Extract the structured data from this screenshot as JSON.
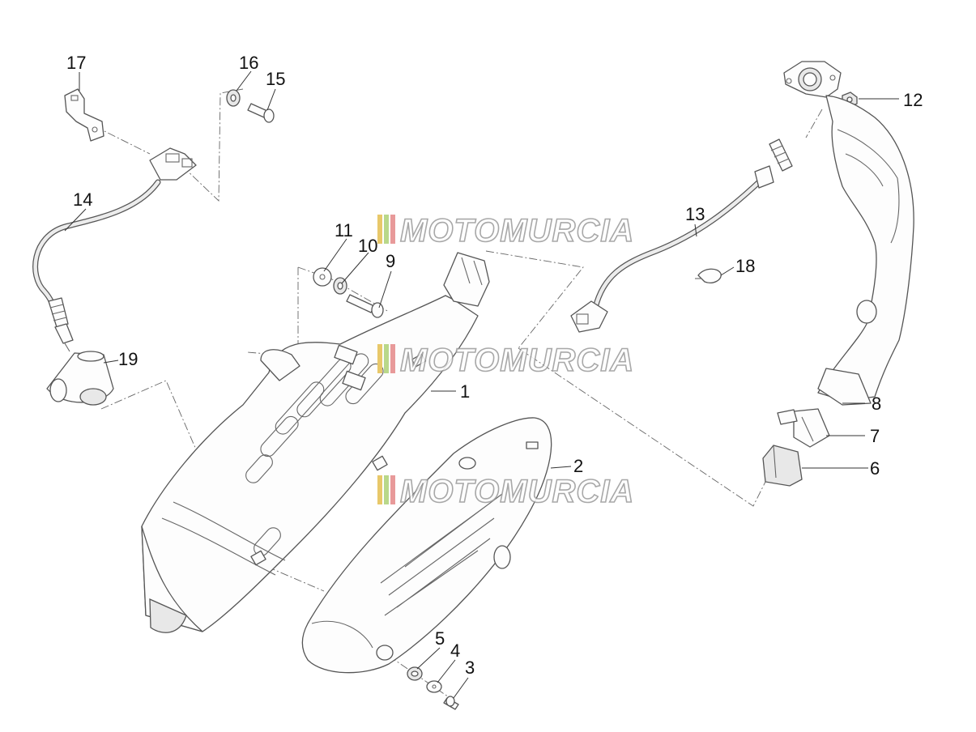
{
  "callouts": {
    "c1": "1",
    "c2": "2",
    "c3": "3",
    "c4": "4",
    "c5": "5",
    "c6": "6",
    "c7": "7",
    "c8": "8",
    "c9": "9",
    "c10": "10",
    "c11": "11",
    "c12": "12",
    "c13": "13",
    "c14": "14",
    "c15": "15",
    "c16": "16",
    "c17": "17",
    "c18": "18",
    "c19": "19"
  },
  "watermark": {
    "text": "MOTOMURCIA",
    "stripe_colors": [
      "#e8c86a",
      "#b9d88a",
      "#e89a9a"
    ]
  }
}
